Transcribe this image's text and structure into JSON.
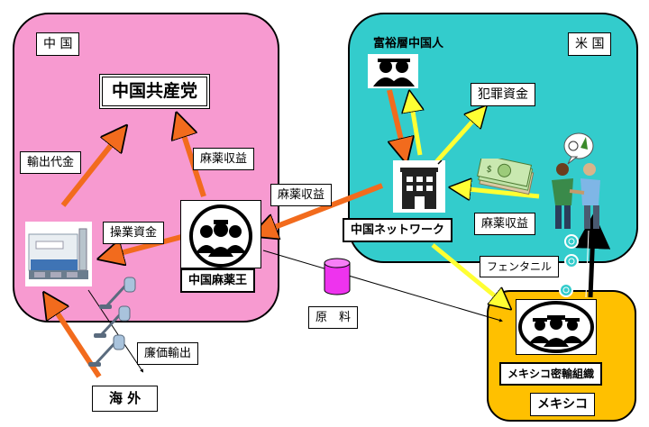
{
  "regions": {
    "china": "中 国",
    "usa": "米 国",
    "mexico": "メキシコ"
  },
  "labels": {
    "ccp": "中国共産党",
    "export_payment": "輸出代金",
    "drug_profit_to_ccp": "麻薬収益",
    "operating_funds": "操業資金",
    "drug_profit_from_network": "麻薬収益",
    "china_drug_king": "中国麻薬王",
    "wealthy_chinese": "富裕層中国人",
    "criminal_funds": "犯罪資金",
    "china_network": "中国ネットワーク",
    "drug_profit_from_us": "麻薬収益",
    "fentanyl": "フェンタニル",
    "raw_material": "原　料",
    "cheap_export": "廉価輸出",
    "overseas": "海 外",
    "mexican_cartel": "メキシコ密輸組織"
  },
  "colors": {
    "china_region": "#f79ad0",
    "usa_region": "#33cccc",
    "mexico_region": "#ffc000",
    "arrow_orange": "#f26b1d",
    "arrow_yellow": "#ffff33"
  },
  "icons": [
    "people-group-icon",
    "factory-icon",
    "vacuum-cleaner-icon",
    "building-icon",
    "money-icon",
    "drug-deal-icon",
    "barrel-icon",
    "cartel-group-icon"
  ]
}
